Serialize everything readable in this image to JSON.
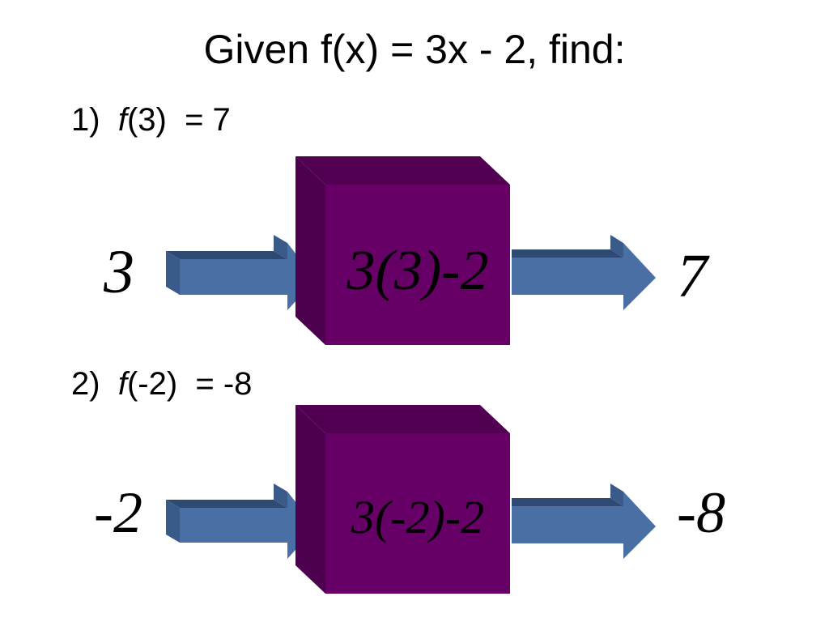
{
  "title": "Given f(x) = 3x - 2, find:",
  "problems": [
    {
      "number": "1)",
      "func": "f",
      "arg": "(3)",
      "answer": "= 7",
      "input": "3",
      "expression": "3(3)-2",
      "output": "7"
    },
    {
      "number": "2)",
      "func": "f",
      "arg": "(-2)",
      "answer": "= -8",
      "input": "-2",
      "expression": "3(-2)-2",
      "output": "-8"
    }
  ],
  "colors": {
    "box_front": "#660066",
    "box_side": "#4d004d",
    "box_top": "#520052",
    "arrow_body": "#4a6fa5",
    "arrow_side": "#3a5a8a",
    "arrow_top": "#2e4a72"
  }
}
